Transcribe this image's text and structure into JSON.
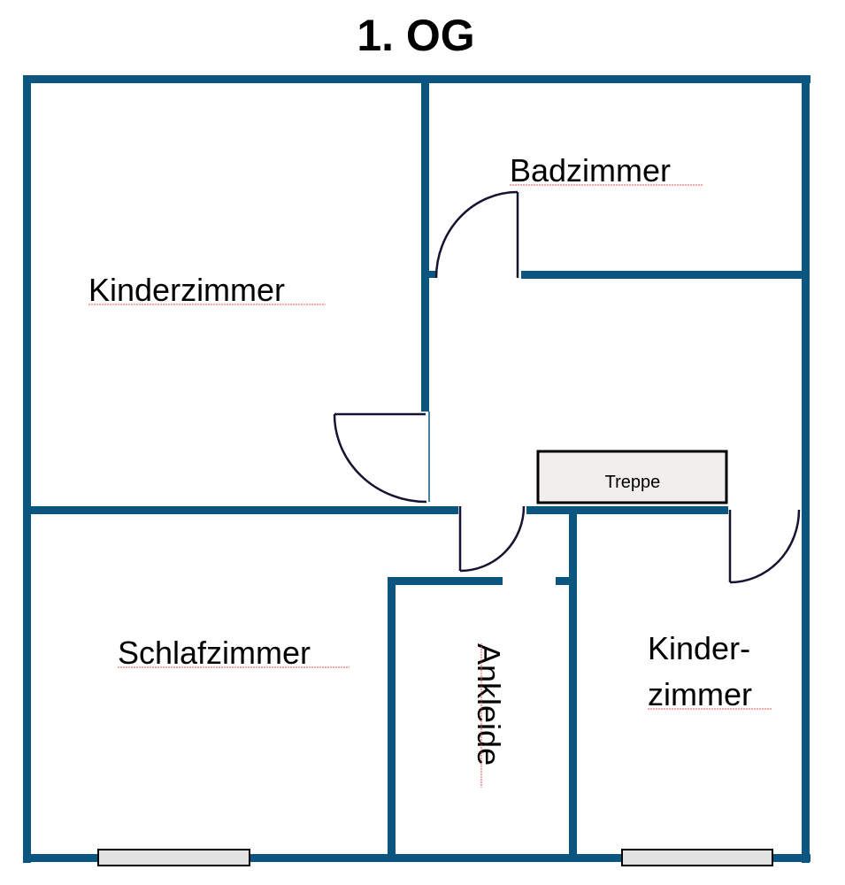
{
  "title": "1. OG",
  "rooms": {
    "kinderzimmer_1": "Kinderzimmer",
    "badzimmer": "Badzimmer",
    "schlafzimmer": "Schlafzimmer",
    "ankleide": "Ankleide",
    "kinderzimmer_2_line1": "Kinder-",
    "kinderzimmer_2_line2": "zimmer"
  },
  "treppe": "Treppe",
  "colors": {
    "wall": "#0b5680",
    "door": "#141432",
    "stair_fill": "#f0efed",
    "window_fill": "#e2e2e2"
  }
}
